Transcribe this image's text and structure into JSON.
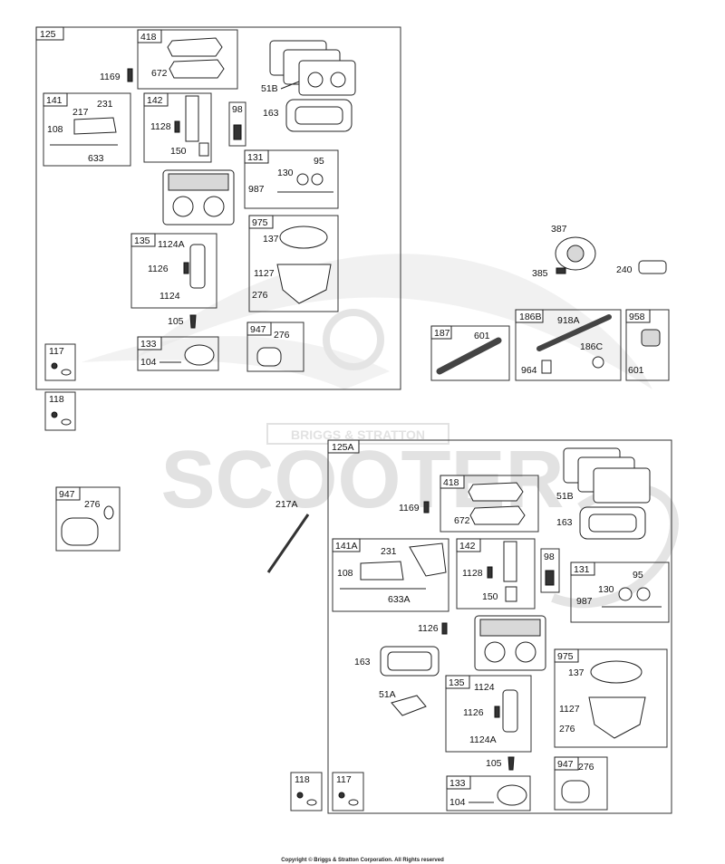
{
  "watermark": {
    "brand_text": "SCOOTER",
    "brand_sub": "BRIGGS & STRATTON"
  },
  "copyright": "Copyright © Briggs & Stratton Corporation. All Rights reserved",
  "callouts": {
    "c125": "125",
    "c418": "418",
    "c672": "672",
    "c1169": "1169",
    "c51B": "51B",
    "c141": "141",
    "c217": "217",
    "c231": "231",
    "c108": "108",
    "c633": "633",
    "c142": "142",
    "c1128": "1128",
    "c150": "150",
    "c98": "98",
    "c163": "163",
    "c131": "131",
    "c130": "130",
    "c95": "95",
    "c987": "987",
    "c135": "135",
    "c1124A": "1124A",
    "c1126": "1126",
    "c1124": "1124",
    "c975": "975",
    "c137": "137",
    "c1127": "1127",
    "c276": "276",
    "c105": "105",
    "c133": "133",
    "c104": "104",
    "c947": "947",
    "c276b": "276",
    "c117": "117",
    "c118": "118",
    "c387": "387",
    "c385": "385",
    "c240": "240",
    "c187": "187",
    "c601": "601",
    "c186B": "186B",
    "c918A": "918A",
    "c186C": "186C",
    "c964": "964",
    "c958": "958",
    "c601b": "601",
    "c947L": "947",
    "c276L": "276",
    "c217A": "217A",
    "c125A": "125A",
    "c418b": "418",
    "c672b": "672",
    "c1169b": "1169",
    "c51Bb": "51B",
    "c163b": "163",
    "c141A": "141A",
    "c231b": "231",
    "c108b": "108",
    "c633A": "633A",
    "c142b": "142",
    "c1128b": "1128",
    "c150b": "150",
    "c98b": "98",
    "c131b": "131",
    "c95b": "95",
    "c130b": "130",
    "c987b": "987",
    "c1126b": "1126",
    "c163c": "163",
    "c51A": "51A",
    "c135b": "135",
    "c1124b": "1124",
    "c1126c": "1126",
    "c1124Ab": "1124A",
    "c975b": "975",
    "c137b": "137",
    "c1127b": "1127",
    "c276c": "276",
    "c105b": "105",
    "c118b": "118",
    "c117b": "117",
    "c133b": "133",
    "c104b": "104",
    "c947b": "947",
    "c276d": "276"
  }
}
